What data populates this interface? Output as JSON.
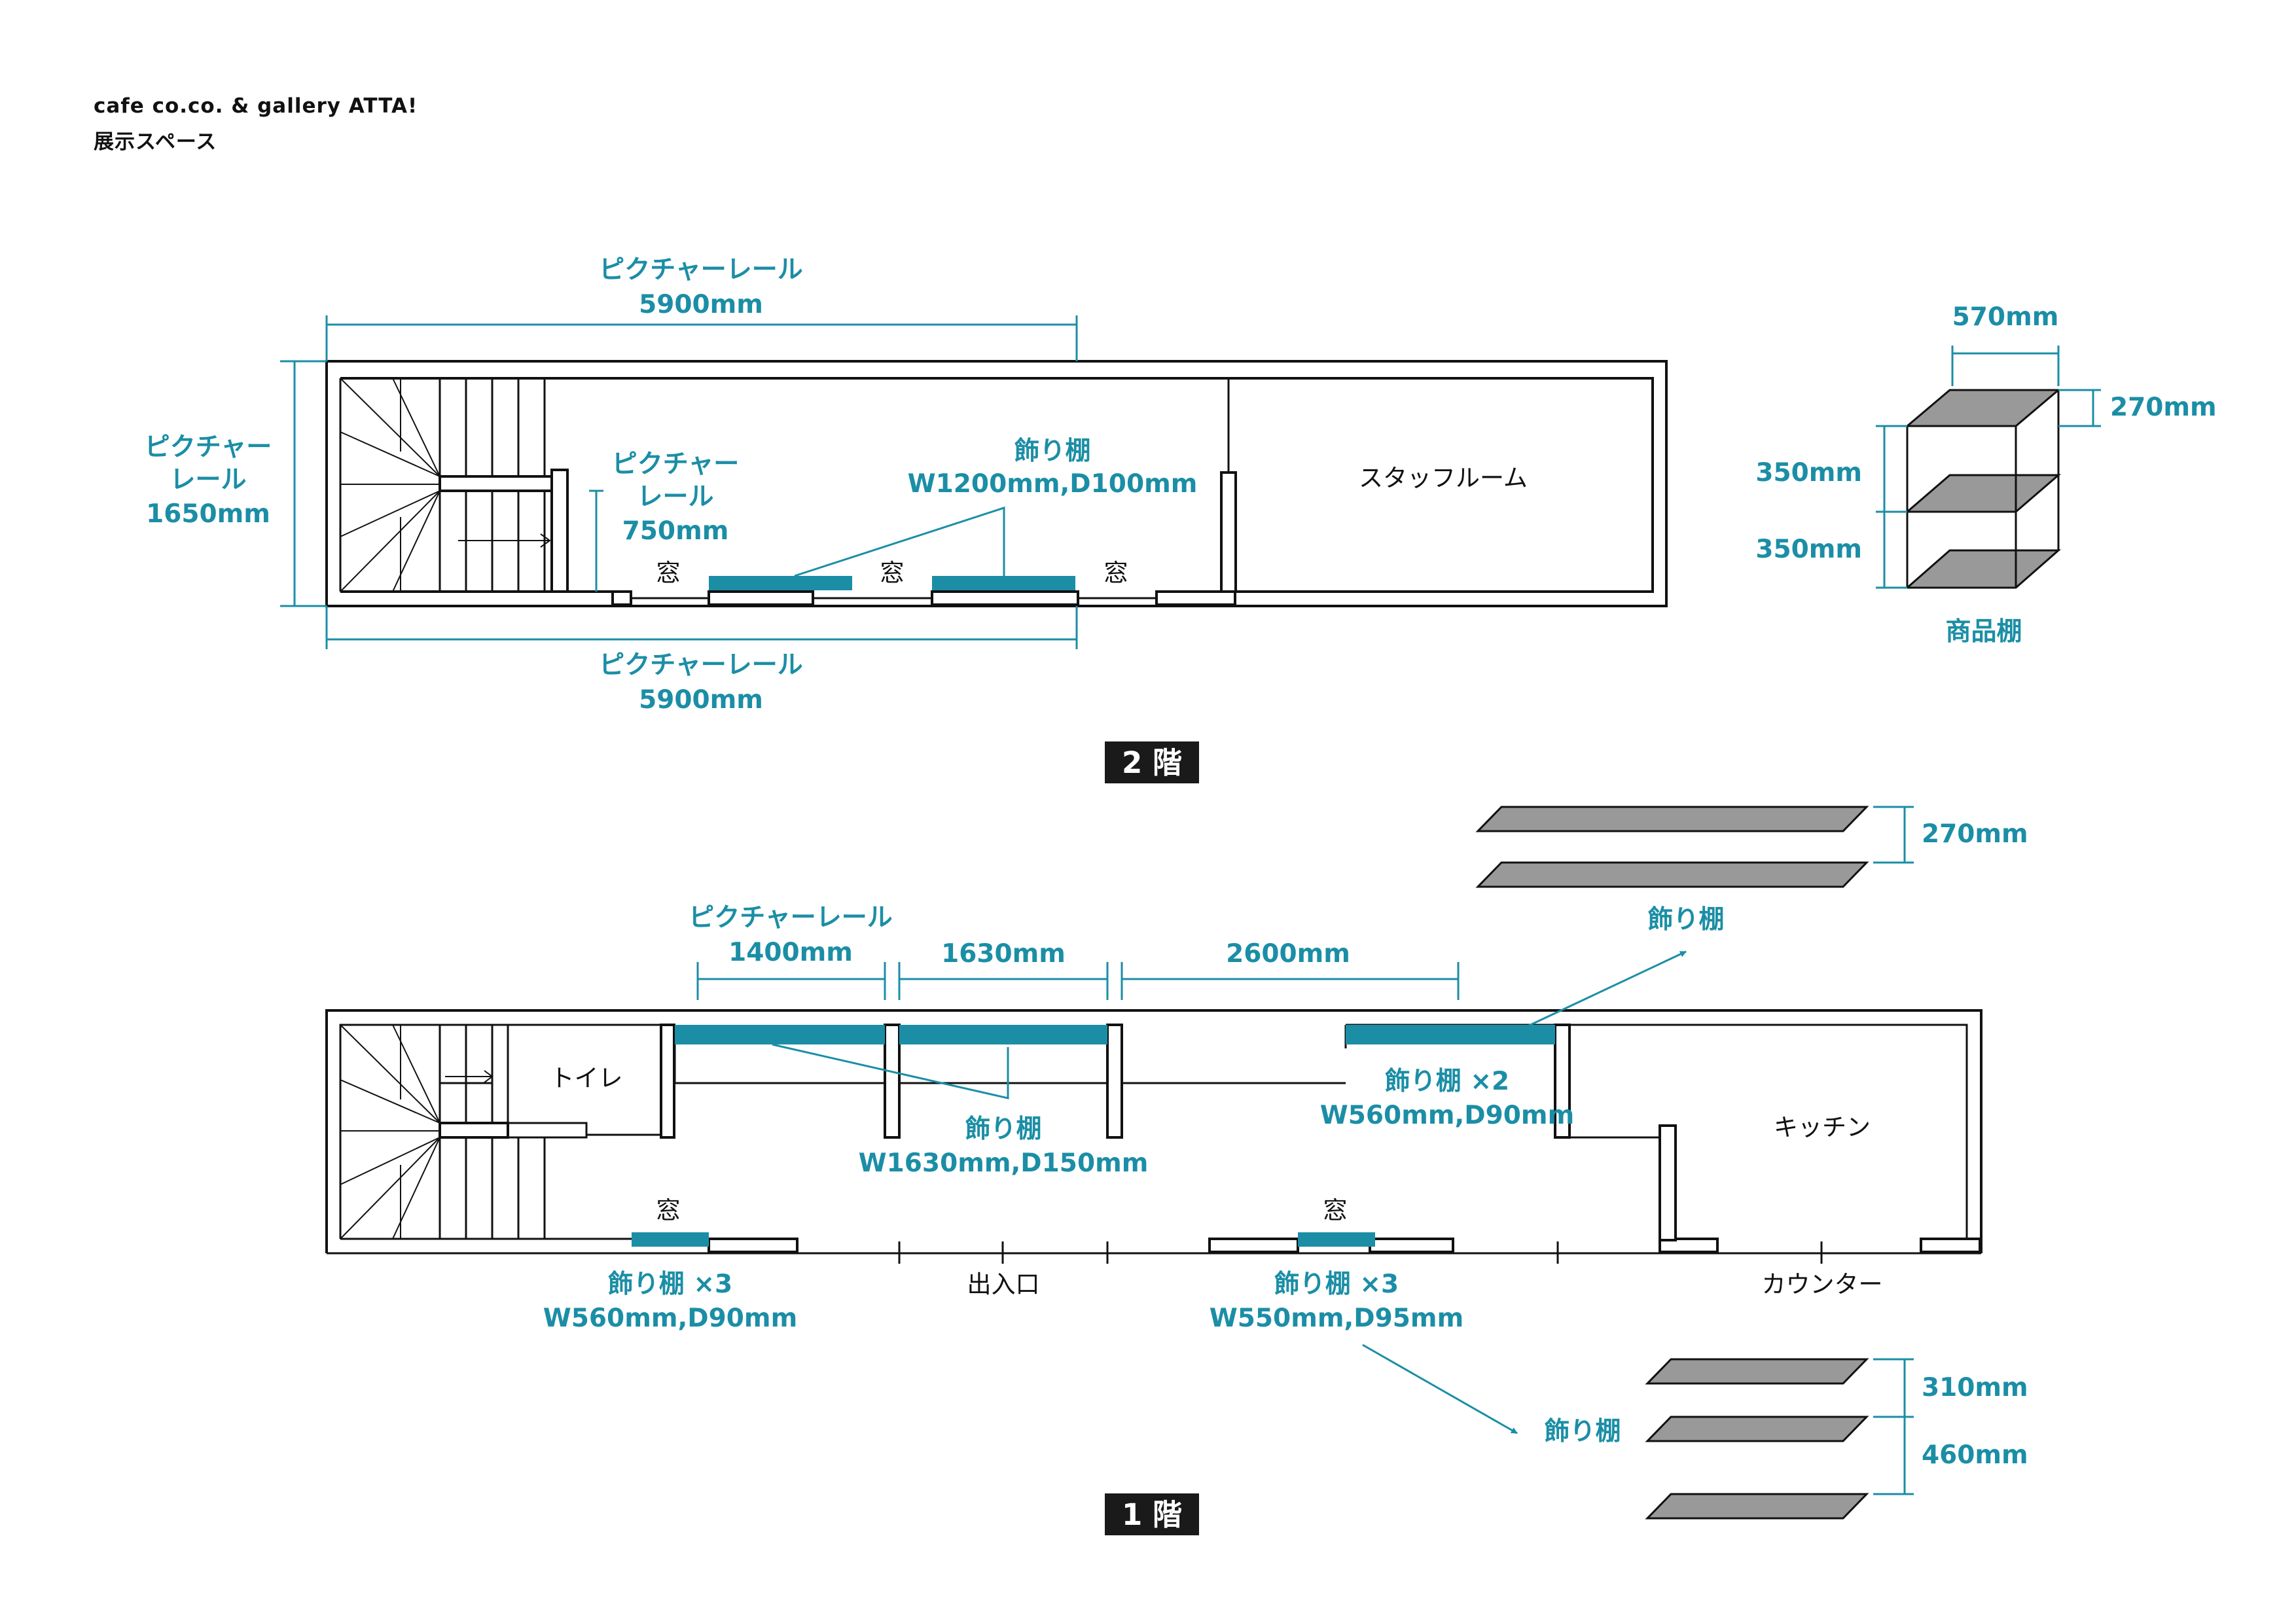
{
  "header": {
    "line1": "cafe co.co. & gallery ATTA!",
    "line2": "展示スペース"
  },
  "colors": {
    "accent": "#1b8ea6",
    "shelf_gray": "#999999",
    "wall": "#111111",
    "label_bg": "#1a1a1a"
  },
  "floor2": {
    "label": "2 階",
    "rail_top": {
      "title": "ピクチャーレール",
      "length": "5900mm"
    },
    "rail_bottom": {
      "title": "ピクチャーレール",
      "length": "5900mm"
    },
    "rail_left": {
      "line1": "ピクチャー",
      "line2": "レール",
      "length": "1650mm"
    },
    "rail_stair": {
      "line1": "ピクチャー",
      "line2": "レール",
      "length": "750mm"
    },
    "shelf": {
      "title": "飾り棚",
      "size": "W1200mm,D100mm"
    },
    "windows": [
      "窓",
      "窓",
      "窓"
    ],
    "staff_room": "スタッフルーム",
    "product_shelf": {
      "label": "商品棚",
      "width": "570mm",
      "depth": "270mm",
      "upper_height": "350mm",
      "lower_height": "350mm"
    }
  },
  "floor1": {
    "label": "1 階",
    "rail_title": "ピクチャーレール",
    "rail_lengths": [
      "1400mm",
      "1630mm",
      "2600mm"
    ],
    "toilet": "トイレ",
    "kitchen": "キッチン",
    "counter": "カウンター",
    "entrance": "出入口",
    "windows": [
      "窓",
      "窓"
    ],
    "shelf_center": {
      "title": "飾り棚",
      "size": "W1630mm,D150mm"
    },
    "shelf_right": {
      "title": "飾り棚 ×2",
      "size": "W560mm,D90mm"
    },
    "shelf_window_left": {
      "title": "飾り棚 ×3",
      "size": "W560mm,D90mm"
    },
    "shelf_window_right": {
      "title": "飾り棚 ×3",
      "size": "W550mm,D95mm"
    },
    "detail_top": {
      "label": "飾り棚",
      "spacing": "270mm"
    },
    "detail_bottom": {
      "label": "飾り棚",
      "spacing_upper": "310mm",
      "spacing_lower": "460mm"
    }
  }
}
